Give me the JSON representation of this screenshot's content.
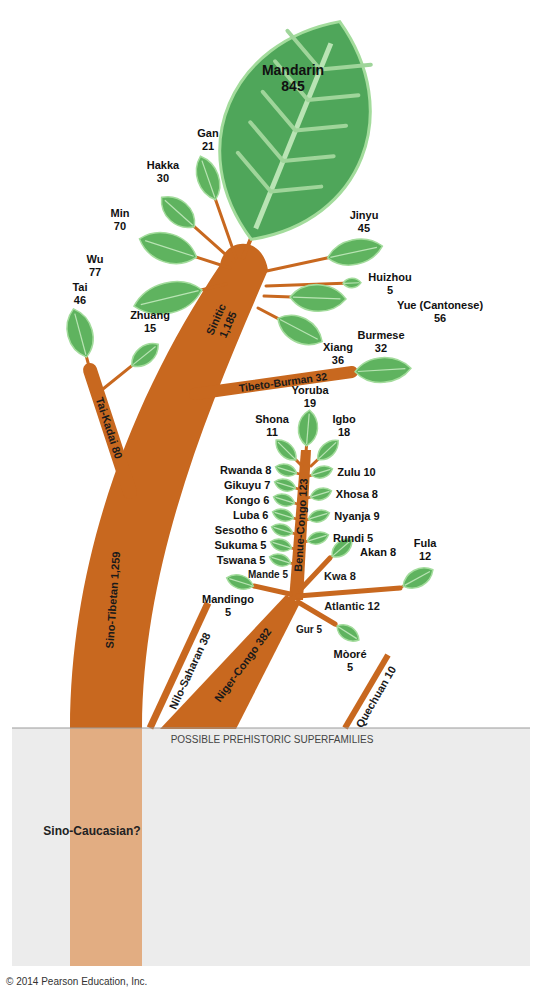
{
  "diagram": {
    "nodes": [
      {
        "text": [
          "Mandarin 845"
        ]
      },
      {
        "text": [
          "Gan 21"
        ]
      },
      {
        "text": [
          "Hakka 30"
        ]
      },
      {
        "text": [
          "Min 70"
        ]
      },
      {
        "text": [
          "Wu 77"
        ]
      },
      {
        "text": [
          "Tai 46"
        ]
      },
      {
        "text": [
          "Zhuang 15"
        ]
      },
      {
        "text": [
          "Jinyu 45"
        ]
      },
      {
        "text": [
          "Huizhou 5"
        ]
      },
      {
        "text": [
          "Yue (Cantonese) 56"
        ]
      },
      {
        "text": [
          "Xiang 36"
        ]
      },
      {
        "text": [
          "Burmese 32"
        ]
      },
      {
        "text": [
          "Yoruba 19"
        ]
      },
      {
        "text": [
          "Shona 11"
        ]
      },
      {
        "text": [
          "Igbo 18"
        ]
      },
      {
        "text": [
          "Rwanda 8"
        ]
      },
      {
        "text": [
          "Gikuyu 7"
        ]
      },
      {
        "text": [
          "Kongo 6"
        ]
      },
      {
        "text": [
          "Luba 6"
        ]
      },
      {
        "text": [
          "Sesotho 6"
        ]
      },
      {
        "text": [
          "Sukuma 5"
        ]
      },
      {
        "text": [
          "Tswana 5"
        ]
      },
      {
        "text": [
          "Zulu 10"
        ]
      },
      {
        "text": [
          "Xhosa 8"
        ]
      },
      {
        "text": [
          "Nyanja 9"
        ]
      },
      {
        "text": [
          "Rundi 5"
        ]
      },
      {
        "text": [
          "Akan 8"
        ]
      },
      {
        "text": [
          "Fula 12"
        ]
      },
      {
        "text": [
          "Mandingo 5"
        ]
      },
      {
        "text": [
          "Mòoré 5"
        ]
      }
    ],
    "labels": [
      "Sinitic 1,185",
      "Tai-Kadai 80",
      "Tibeto-Burman 32",
      "Benue-Congo 123",
      "Kwa 8",
      "Atlantic 12",
      "Mande 5",
      "Gur 5",
      "Niger-Congo 382",
      "Nilo-Saharan 38",
      "Quechuan 10",
      "Sino-Tibetan 1,259",
      "POSSIBLE PREHISTORIC SUPERFAMILIES",
      "Sino-Caucasian?",
      "© 2014 Pearson Education, Inc."
    ]
  }
}
